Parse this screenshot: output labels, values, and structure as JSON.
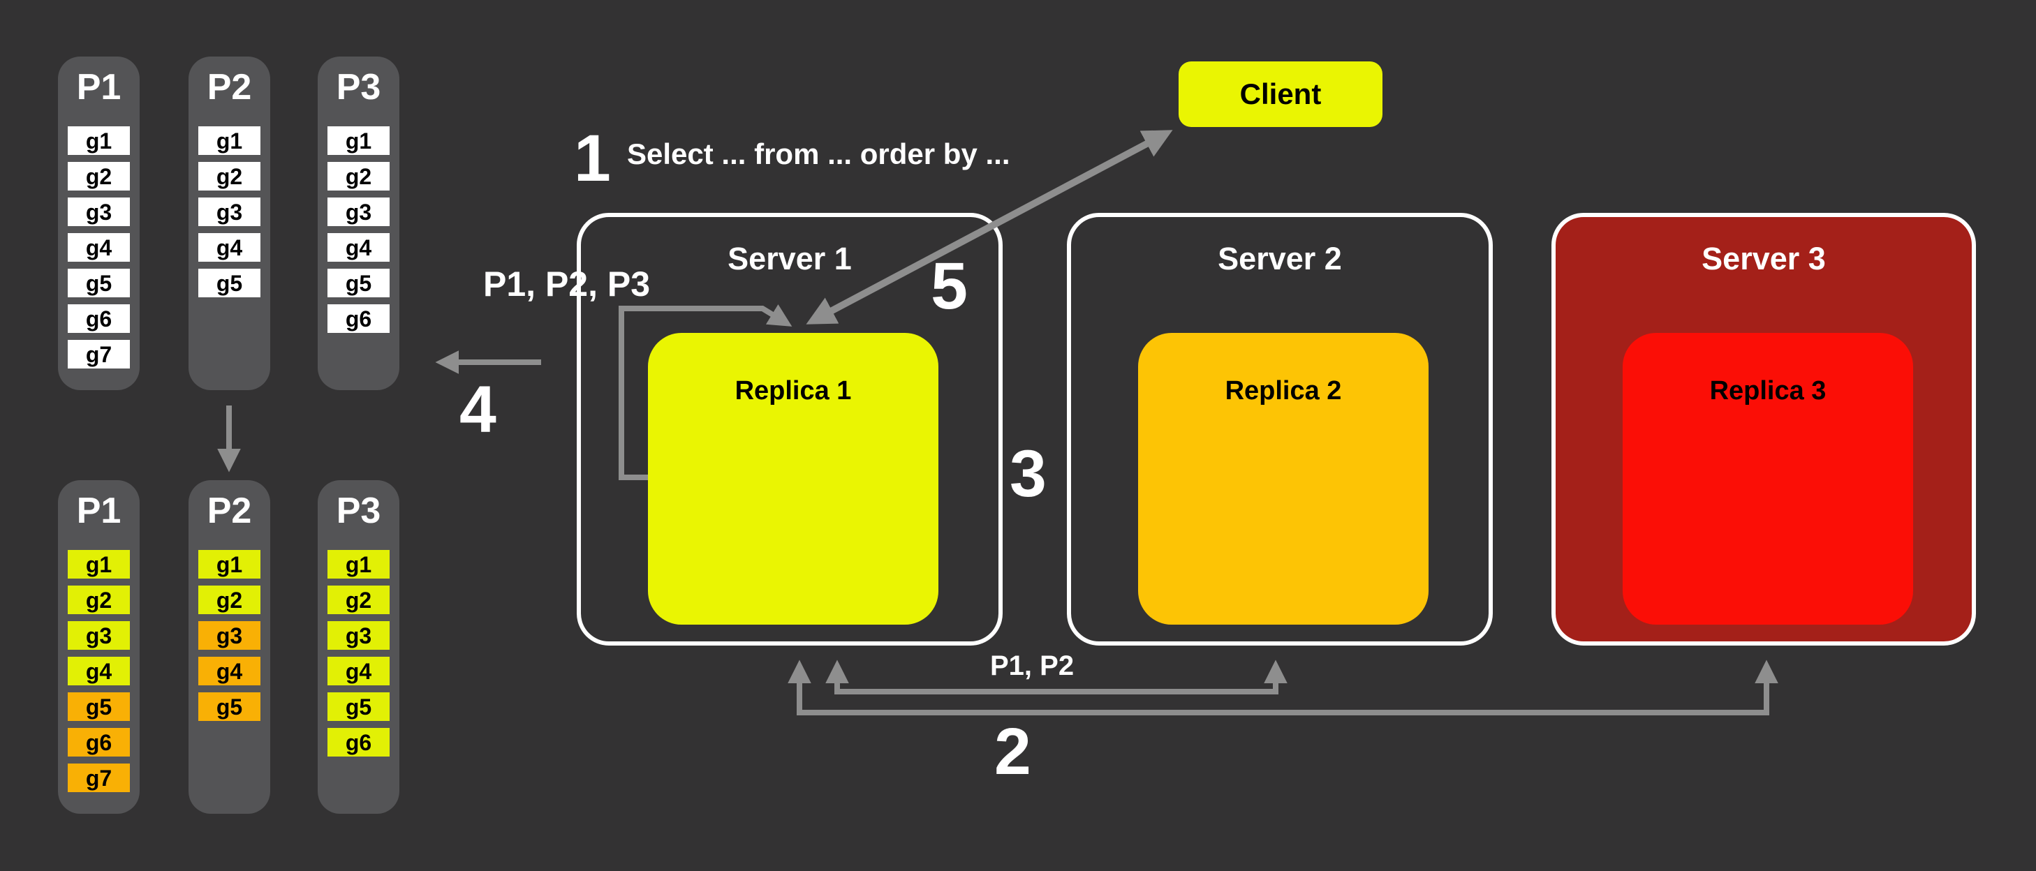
{
  "colors": {
    "background": "#333233",
    "panel": "#545456",
    "arrow": "#8e8e8e",
    "white": "#ffffff",
    "cell_white": "#ffffff",
    "cell_yellow": "#e2f005",
    "cell_orange": "#f9b005",
    "client_yellow": "#eaf502",
    "replica1_yellow": "#eaf502",
    "replica2_amber": "#fdc405",
    "replica3_red": "#fb0e06",
    "server3_bg": "#a42019"
  },
  "unsorted_partitions": {
    "columns": [
      {
        "header": "P1",
        "items": [
          "g1",
          "g2",
          "g3",
          "g4",
          "g5",
          "g6",
          "g7"
        ]
      },
      {
        "header": "P2",
        "items": [
          "g1",
          "g2",
          "g3",
          "g4",
          "g5"
        ]
      },
      {
        "header": "P3",
        "items": [
          "g1",
          "g2",
          "g3",
          "g4",
          "g5",
          "g6"
        ]
      }
    ]
  },
  "sorted_partitions": {
    "columns": [
      {
        "header": "P1",
        "items": [
          {
            "label": "g1",
            "color": "cell_yellow"
          },
          {
            "label": "g2",
            "color": "cell_yellow"
          },
          {
            "label": "g3",
            "color": "cell_yellow"
          },
          {
            "label": "g4",
            "color": "cell_yellow"
          },
          {
            "label": "g5",
            "color": "cell_orange"
          },
          {
            "label": "g6",
            "color": "cell_orange"
          },
          {
            "label": "g7",
            "color": "cell_orange"
          }
        ]
      },
      {
        "header": "P2",
        "items": [
          {
            "label": "g1",
            "color": "cell_yellow"
          },
          {
            "label": "g2",
            "color": "cell_yellow"
          },
          {
            "label": "g3",
            "color": "cell_orange"
          },
          {
            "label": "g4",
            "color": "cell_orange"
          },
          {
            "label": "g5",
            "color": "cell_orange"
          }
        ]
      },
      {
        "header": "P3",
        "items": [
          {
            "label": "g1",
            "color": "cell_yellow"
          },
          {
            "label": "g2",
            "color": "cell_yellow"
          },
          {
            "label": "g3",
            "color": "cell_yellow"
          },
          {
            "label": "g4",
            "color": "cell_yellow"
          },
          {
            "label": "g5",
            "color": "cell_yellow"
          },
          {
            "label": "g6",
            "color": "cell_yellow"
          }
        ]
      }
    ]
  },
  "client": {
    "label": "Client"
  },
  "servers": [
    {
      "title": "Server 1",
      "replica_label": "Replica 1"
    },
    {
      "title": "Server 2",
      "replica_label": "Replica 2"
    },
    {
      "title": "Server 3",
      "replica_label": "Replica 3"
    }
  ],
  "annotations": {
    "step1": "1",
    "step2": "2",
    "step3": "3",
    "step4": "4",
    "step5": "5",
    "query_text": "Select ... from ... order by ...",
    "scatter_partitions": "P1, P2, P3",
    "gather_partitions": "P1, P2"
  }
}
